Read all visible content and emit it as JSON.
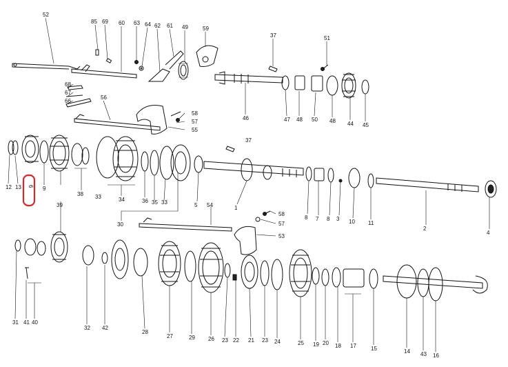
{
  "labels": {
    "l52": "52",
    "l85": "85",
    "l69": "69",
    "l60": "60",
    "l63": "63",
    "l64": "64",
    "l62": "62",
    "l61": "61",
    "l49": "49",
    "l59": "59",
    "l37a": "37",
    "l51": "51",
    "l68": "68",
    "l67": "67",
    "l66": "66",
    "l56": "56",
    "l58a": "58",
    "l57a": "57",
    "l55": "55",
    "l46": "46",
    "l47": "47",
    "l48a": "48",
    "l50": "50",
    "l48b": "48",
    "l44": "44",
    "l45": "45",
    "l37b": "37",
    "l12": "12",
    "l13": "13",
    "l6": "6",
    "l9": "9",
    "l38": "38",
    "l33a": "33",
    "l34": "34",
    "l36": "36",
    "l35": "35",
    "l33b": "33",
    "l5": "5",
    "l1": "1",
    "l8a": "8",
    "l7": "7",
    "l8b": "8",
    "l3": "3",
    "l10": "10",
    "l11": "11",
    "l2": "2",
    "l4": "4",
    "l39": "39",
    "l30": "30",
    "l54": "54",
    "l58b": "58",
    "l57b": "57",
    "l53": "53",
    "l31": "31",
    "l41": "41",
    "l40": "40",
    "l32": "32",
    "l42": "42",
    "l28": "28",
    "l27": "27",
    "l29": "29",
    "l26": "26",
    "l23a": "23",
    "l22": "22",
    "l21": "21",
    "l23b": "23",
    "l24": "24",
    "l25": "25",
    "l19": "19",
    "l20": "20",
    "l18": "18",
    "l17": "17",
    "l15": "15",
    "l14": "14",
    "l43": "43",
    "l16": "16"
  },
  "highlight": {
    "part": "6",
    "color": "#d9262c"
  }
}
